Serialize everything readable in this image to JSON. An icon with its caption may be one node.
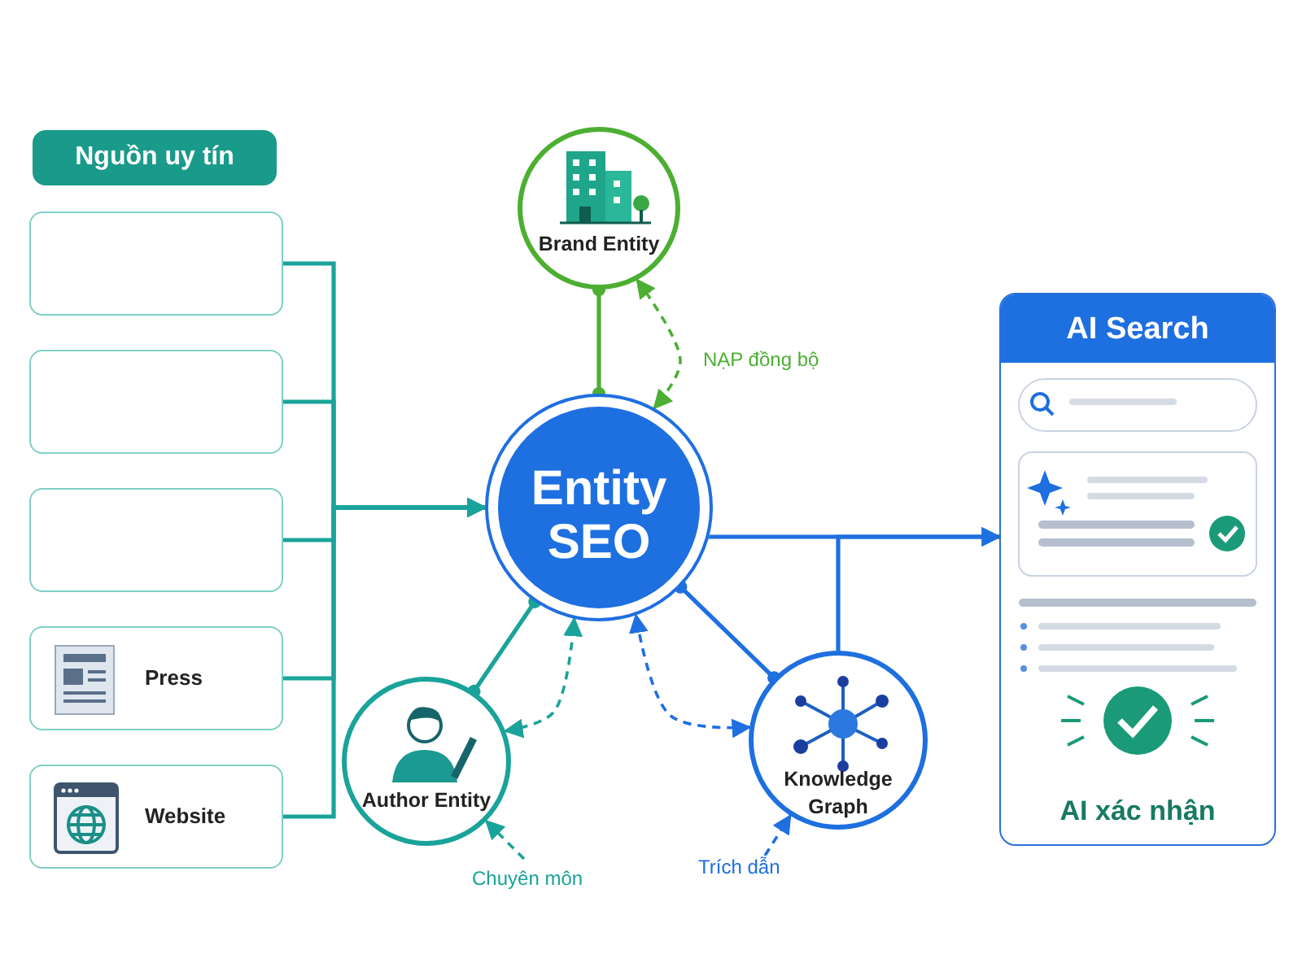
{
  "diagram": {
    "nodes": [
      {
        "text": [
          "Nguồn uy tín"
        ]
      },
      {
        "text": [],
        "shape": "box"
      },
      {
        "text": [],
        "shape": "box"
      },
      {
        "text": [],
        "shape": "box"
      },
      {
        "text": [
          "Press"
        ]
      },
      {
        "text": [
          "Website"
        ]
      },
      {
        "text": [
          "Entity SEO"
        ]
      },
      {
        "text": [
          "Brand Entity"
        ]
      },
      {
        "text": [
          "Author Entity"
        ]
      },
      {
        "text": [
          "Knowledge Graph"
        ]
      },
      {
        "text": [
          "AI Search",
          "AI xác nhận"
        ]
      }
    ],
    "edges": [
      {
        "from": 1,
        "to": 6,
        "arrow": "to"
      },
      {
        "from": 2,
        "to": 6,
        "arrow": "to"
      },
      {
        "from": 3,
        "to": 6,
        "arrow": "to"
      },
      {
        "from": 4,
        "to": 6,
        "arrow": "to"
      },
      {
        "from": 5,
        "to": 6,
        "arrow": "to"
      },
      {
        "from": 7,
        "to": 6,
        "arrow": "other",
        "color": "#4caf32"
      },
      {
        "from": 7,
        "to": 6,
        "arrow": "both",
        "style": "dashed",
        "color": "#4caf32",
        "label": "NẠP đồng bộ"
      },
      {
        "from": 8,
        "to": 6,
        "arrow": "other"
      },
      {
        "from": 8,
        "to": 6,
        "arrow": "both",
        "style": "dashed"
      },
      {
        "from": 9,
        "to": 6,
        "arrow": "other",
        "color": "#1e6fe0"
      },
      {
        "from": 9,
        "to": 6,
        "arrow": "both",
        "style": "dashed",
        "color": "#1e6fe0"
      },
      {
        "from": 6,
        "to": 10,
        "arrow": "to",
        "color": "#1e6fe0"
      },
      {
        "from": 9,
        "to": 10,
        "arrow": "to",
        "color": "#1e6fe0"
      },
      {
        "from": null,
        "to": 8,
        "arrow": "to",
        "style": "dashed",
        "label": "Chuyên môn"
      },
      {
        "from": null,
        "to": 9,
        "arrow": "to",
        "style": "dashed",
        "color": "#1e6fe0",
        "label": "Trích dẫn"
      }
    ]
  }
}
